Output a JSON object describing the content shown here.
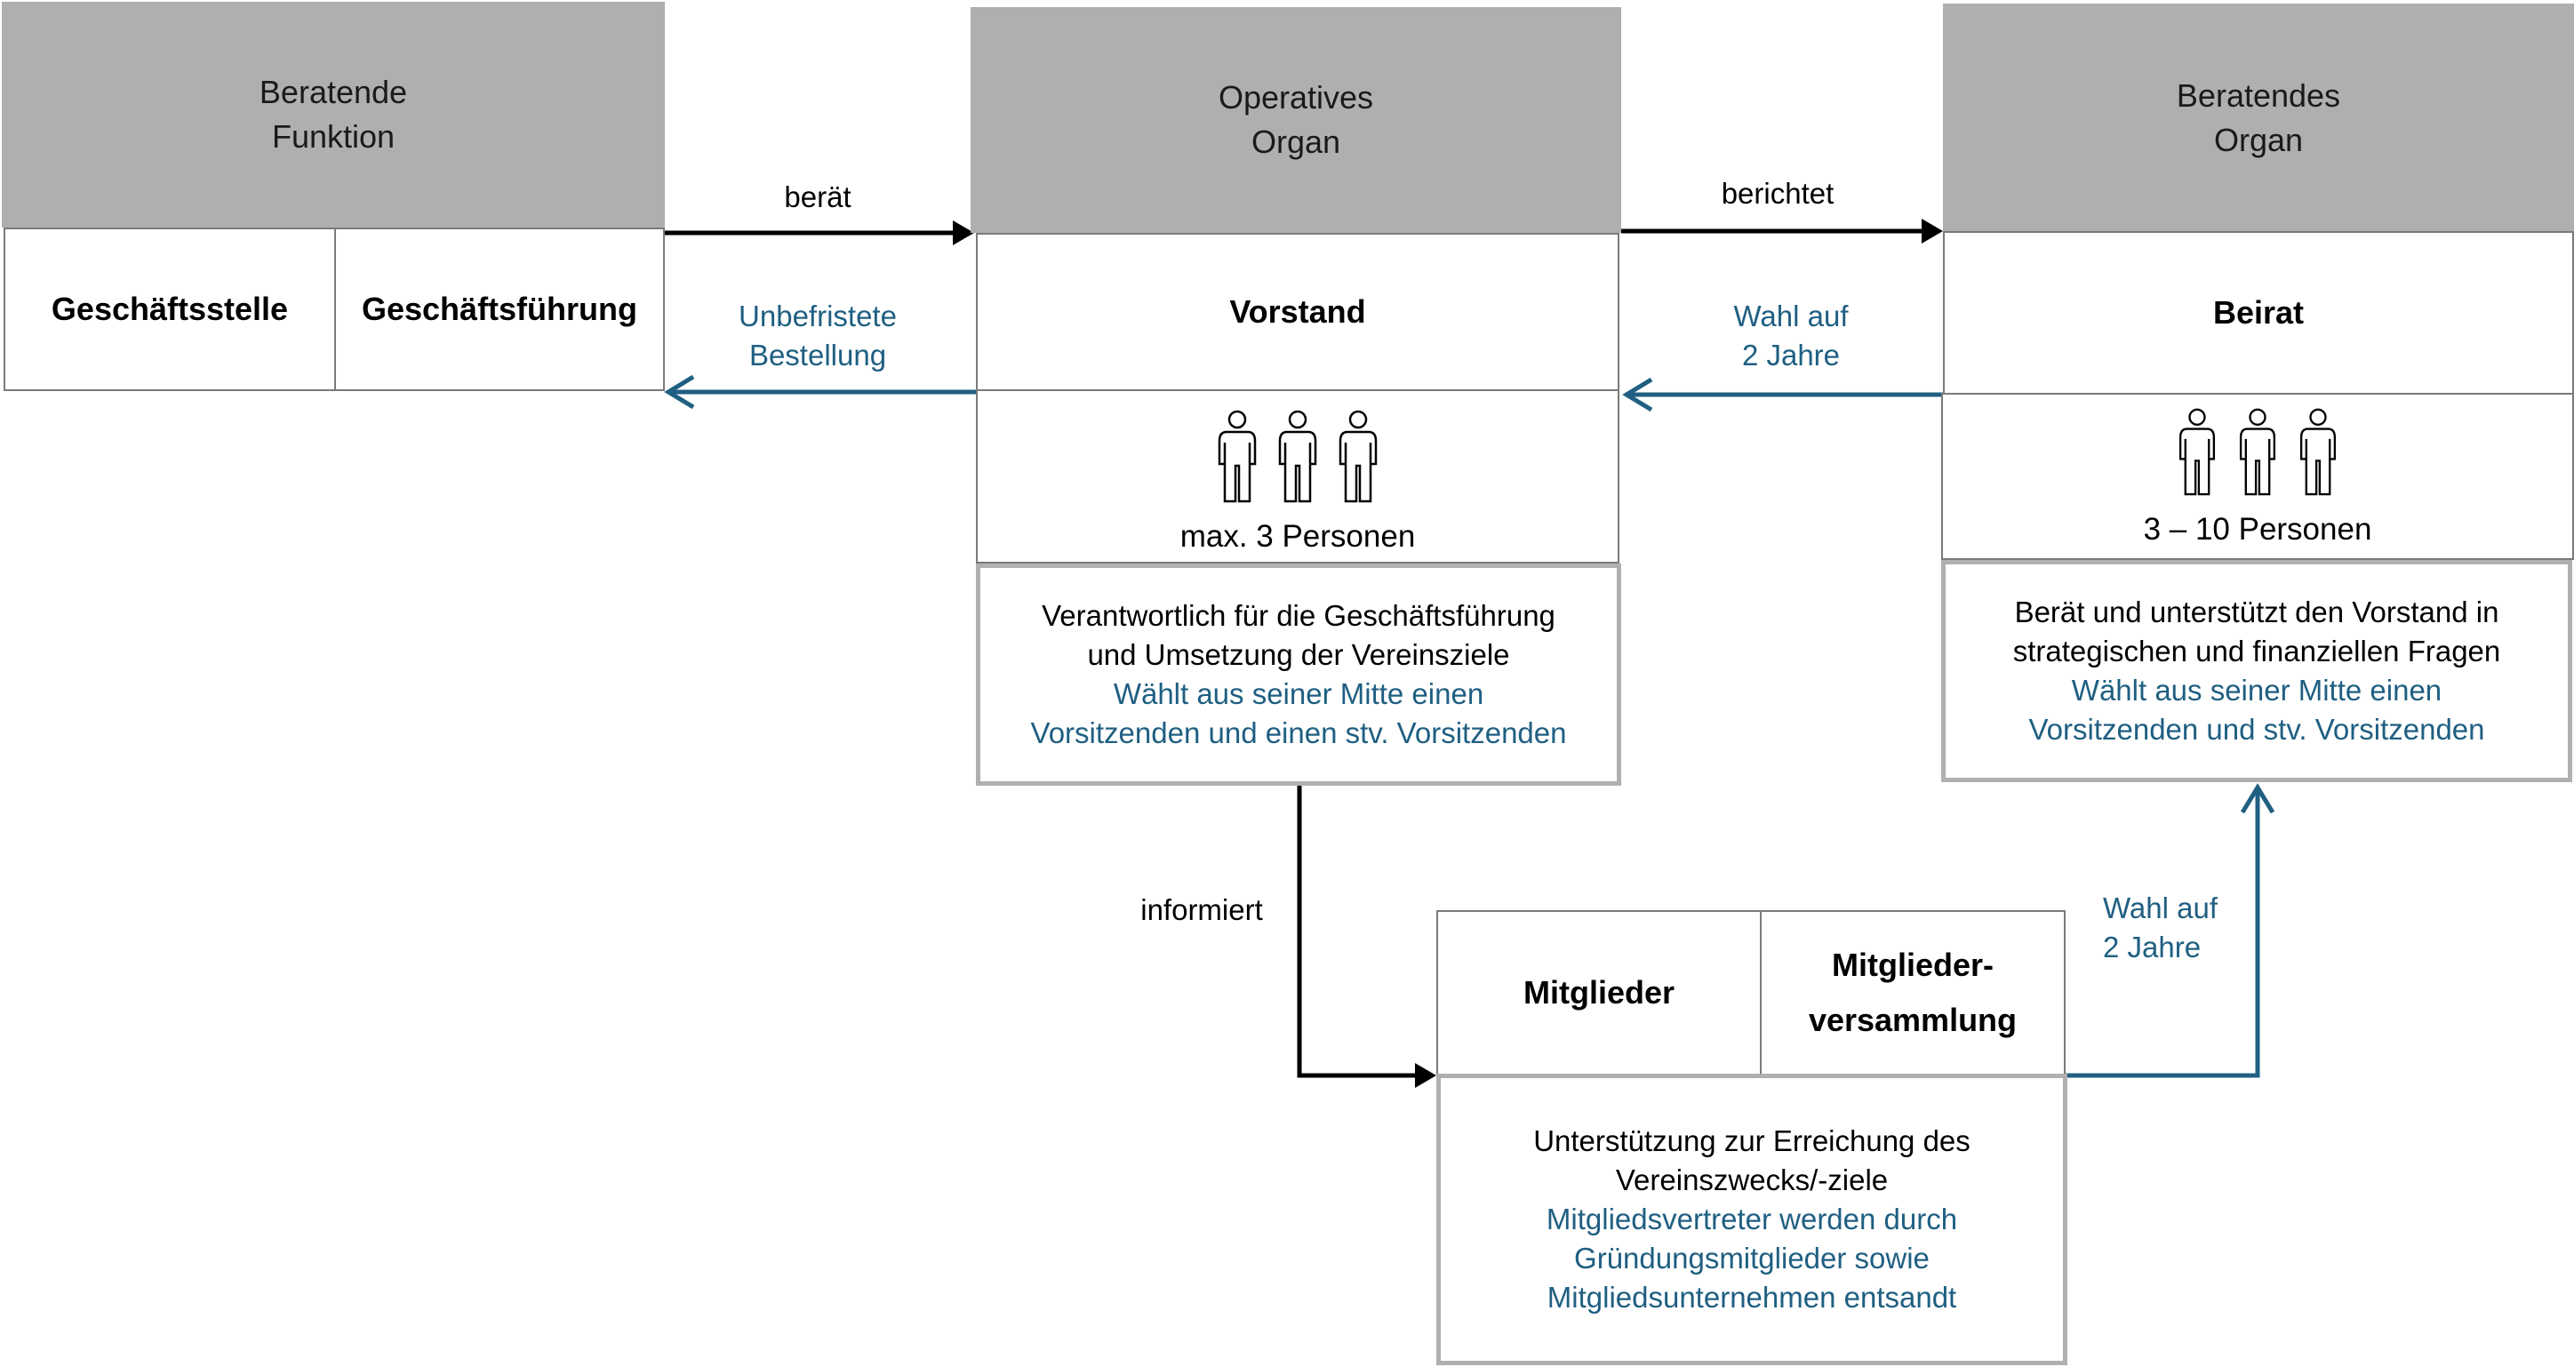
{
  "left": {
    "header": "Beratende\nFunktion",
    "cell_a": "Geschäftsstelle",
    "cell_b": "Geschäftsführung"
  },
  "center": {
    "header": "Operatives\nOrgan",
    "name": "Vorstand",
    "persons": "max. 3 Personen",
    "desc_black": "Verantwortlich für die Geschäftsführung\nund Umsetzung der Vereinsziele",
    "desc_blue": "Wählt aus seiner Mitte einen\nVorsitzenden und einen stv. Vorsitzenden"
  },
  "right": {
    "header": "Beratendes\nOrgan",
    "name": "Beirat",
    "persons": "3 – 10 Personen",
    "desc_black": "Berät und unterstützt den Vorstand in\nstrategischen und finanziellen Fragen",
    "desc_blue": "Wählt aus seiner Mitte einen\nVorsitzenden und stv. Vorsitzenden"
  },
  "members": {
    "cell_a": "Mitglieder",
    "cell_b": "Mitglieder-\nversammlung",
    "desc_black": "Unterstützung zur Erreichung des\nVereinszwecks/-ziele",
    "desc_blue": "Mitgliedsvertreter werden durch\nGründungsmitglieder sowie\nMitgliedsunternehmen entsandt"
  },
  "labels": {
    "beraet": "berät",
    "unbefristete": "Unbefristete\nBestellung",
    "berichtet": "berichtet",
    "wahl_top": "Wahl auf\n2 Jahre",
    "informiert": "informiert",
    "wahl_bottom": "Wahl auf\n2 Jahre"
  },
  "colors": {
    "accent_blue": "#1f5f82",
    "header_gray": "#afafaf",
    "border_gray": "#b0b0b0"
  },
  "icons": [
    "person-icon"
  ]
}
